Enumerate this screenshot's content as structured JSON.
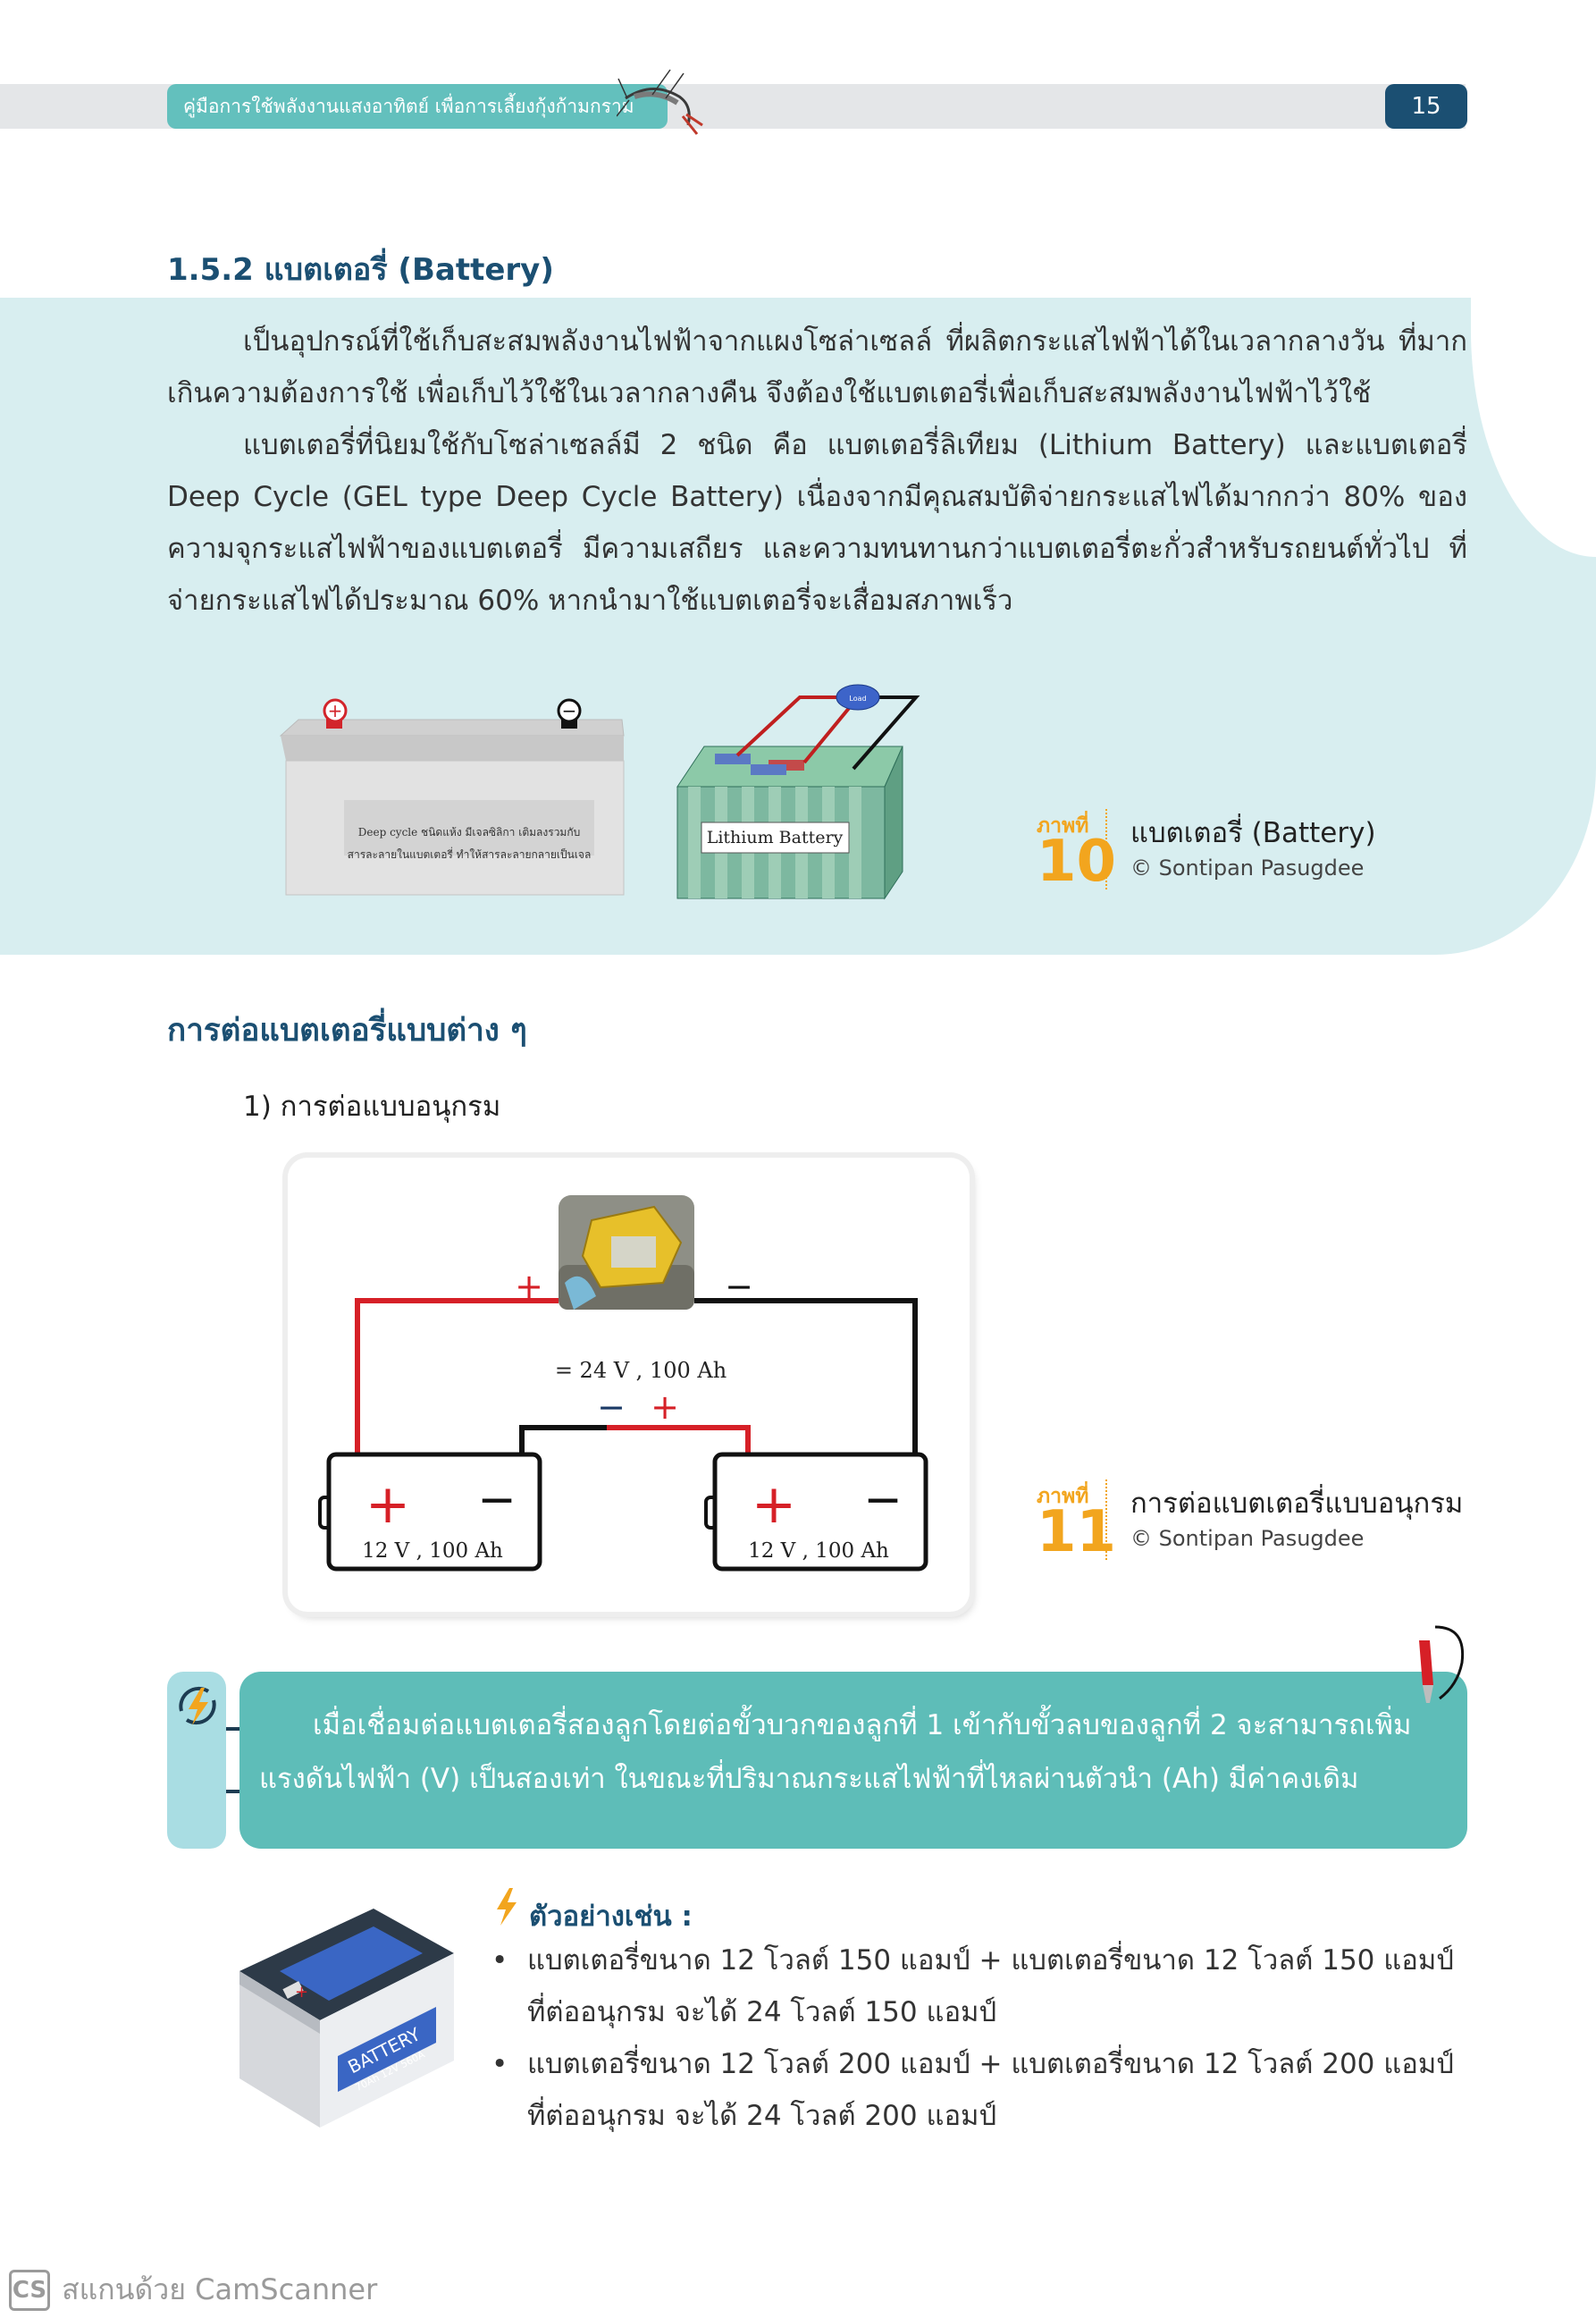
{
  "header": {
    "title": "คู่มือการใช้พลังงานแสงอาทิตย์ เพื่อการเลี้ยงกุ้งก้ามกราม",
    "page_number": "15"
  },
  "section_battery": {
    "title": "1.5.2  แบตเตอรี่ (Battery)",
    "paragraphs": [
      "เป็นอุปกรณ์ที่ใช้เก็บสะสมพลังงานไฟฟ้าจากแผงโซล่าเซลล์ ที่ผลิตกระแสไฟฟ้าได้ในเวลากลางวัน ที่มากเกินความต้องการใช้ เพื่อเก็บไว้ใช้ในเวลากลางคืน จึงต้องใช้แบตเตอรี่เพื่อเก็บสะสมพลังงานไฟฟ้าไว้ใช้",
      "แบตเตอรี่ที่นิยมใช้กับโซล่าเซลล์มี 2 ชนิด คือ แบตเตอรี่ลิเทียม (Lithium Battery) และแบตเตอรี่ Deep Cycle (GEL type Deep Cycle Battery) เนื่องจากมีคุณสมบัติจ่ายกระแสไฟได้มากกว่า 80% ของความจุกระแสไฟฟ้าของแบตเตอรี่ มีความเสถียร และความทนทานกว่าแบตเตอรี่ตะกั่วสำหรับรถยนต์ทั่วไป ที่จ่ายกระแสไฟได้ประมาณ 60% หากนำมาใช้แบตเตอรี่จะเสื่อมสภาพเร็ว"
    ],
    "figure": {
      "deep_cycle_label_line1": "Deep cycle ชนิดแห้ง มีเจลซิลิกา เติมลงรวมกับ",
      "deep_cycle_label_line2": "สารละลายในแบตเตอรี่ ทำให้สารละลายกลายเป็นเจล",
      "lithium_label": "Lithium Battery",
      "load_label": "Load",
      "plus_symbol": "+",
      "minus_symbol": "−"
    },
    "caption": {
      "label": "ภาพที่",
      "number": "10",
      "title": "แบตเตอรี่ (Battery)",
      "credit": "© Sontipan Pasugdee"
    }
  },
  "section_connection": {
    "title": "การต่อแบตเตอรี่แบบต่าง ๆ",
    "subtitle": "1)  การต่อแบบอนุกรม",
    "diagram": {
      "total_label": "= 24 V ,  100 Ah",
      "battery1_label": "12 V ,  100 Ah",
      "battery2_label": "12 V ,  100 Ah",
      "plus": "+",
      "minus": "−"
    },
    "caption": {
      "label": "ภาพที่",
      "number": "11",
      "title": "การต่อแบตเตอรี่แบบอนุกรม",
      "credit": "© Sontipan Pasugdee"
    }
  },
  "callout": {
    "text": "เมื่อเชื่อมต่อแบตเตอรี่สองลูกโดยต่อขั้วบวกของลูกที่ 1 เข้ากับขั้วลบของลูกที่ 2 จะสามารถเพิ่มแรงดันไฟฟ้า (V) เป็นสองเท่า ในขณะที่ปริมาณกระแสไฟฟ้าที่ไหลผ่านตัวนำ (Ah) มีค่าคงเดิม"
  },
  "examples": {
    "heading": "ตัวอย่างเช่น :",
    "battery_image_text": "BATTERY",
    "battery_image_spec": "70Ah 12V 560A",
    "items": [
      "แบตเตอรี่ขนาด 12 โวลต์ 150 แอมป์ + แบตเตอรี่ขนาด 12 โวลต์ 150 แอมป์ ที่ต่ออนุกรม จะได้ 24 โวลต์ 150 แอมป์",
      "แบตเตอรี่ขนาด 12 โวลต์ 200 แอมป์ + แบตเตอรี่ขนาด 12 โวลต์ 200 แอมป์ ที่ต่ออนุกรม จะได้ 24 โวลต์ 200 แอมป์"
    ]
  },
  "watermark": {
    "badge": "CS",
    "text": "สแกนด้วย CamScanner"
  }
}
